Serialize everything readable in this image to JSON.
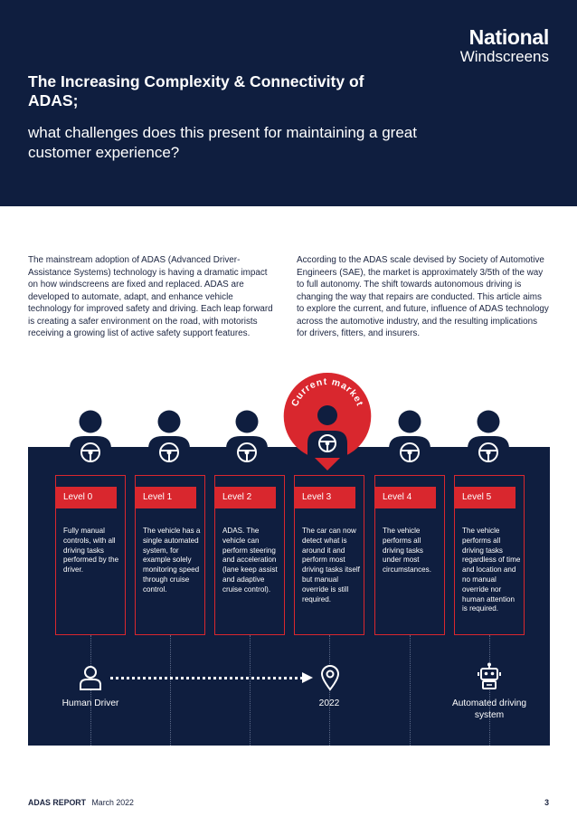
{
  "brand": {
    "line1": "National",
    "line2": "Windscreens"
  },
  "header": {
    "title": "The Increasing Complexity & Connectivity of ADAS;",
    "subtitle": "what challenges does this present for maintaining a great customer experience?"
  },
  "intro": {
    "left": "The mainstream adoption of ADAS (Advanced Driver-Assistance Systems) technology is having a dramatic impact on how windscreens are fixed and replaced. ADAS are developed to automate, adapt, and enhance vehicle technology for improved safety and driving. Each leap forward is creating a safer environment on the road, with motorists receiving a growing list of active safety support features.",
    "right": "According to the ADAS scale devised by Society of Automotive Engineers (SAE), the market is approximately 3/5th of the way to full autonomy. The shift towards autonomous driving is changing the way that repairs are conducted. This article aims to explore the current, and future, influence of ADAS technology across the automotive industry, and the resulting implications for drivers, fitters, and insurers."
  },
  "badge": {
    "text": "Current market",
    "color": "#d9272e"
  },
  "colors": {
    "navy": "#0f1e3f",
    "red": "#d9272e",
    "white": "#ffffff"
  },
  "levels": [
    {
      "label": "Level 0",
      "text": "Fully manual controls, with all driving tasks performed by the driver."
    },
    {
      "label": "Level 1",
      "text": "The vehicle has a single automated system, for example solely monitoring speed through cruise control."
    },
    {
      "label": "Level 2",
      "text": "ADAS. The vehicle can perform steering and acceleration (lane keep assist and adaptive cruise control)."
    },
    {
      "label": "Level 3",
      "text": "The car can now detect what is around it and perform most driving tasks itself but manual override is still required."
    },
    {
      "label": "Level 4",
      "text": "The vehicle performs all driving tasks under most circumstances."
    },
    {
      "label": "Level 5",
      "text": "The vehicle performs all driving tasks regardless of time and location and no manual override nor human attention is required."
    }
  ],
  "timeline": {
    "start_label": "Human Driver",
    "mid_label": "2022",
    "end_label": "Automated driving system",
    "icons": [
      "person-outline-icon",
      "location-pin-icon",
      "robot-icon"
    ]
  },
  "footer": {
    "report": "ADAS REPORT",
    "date": "March 2022",
    "page": "3"
  }
}
